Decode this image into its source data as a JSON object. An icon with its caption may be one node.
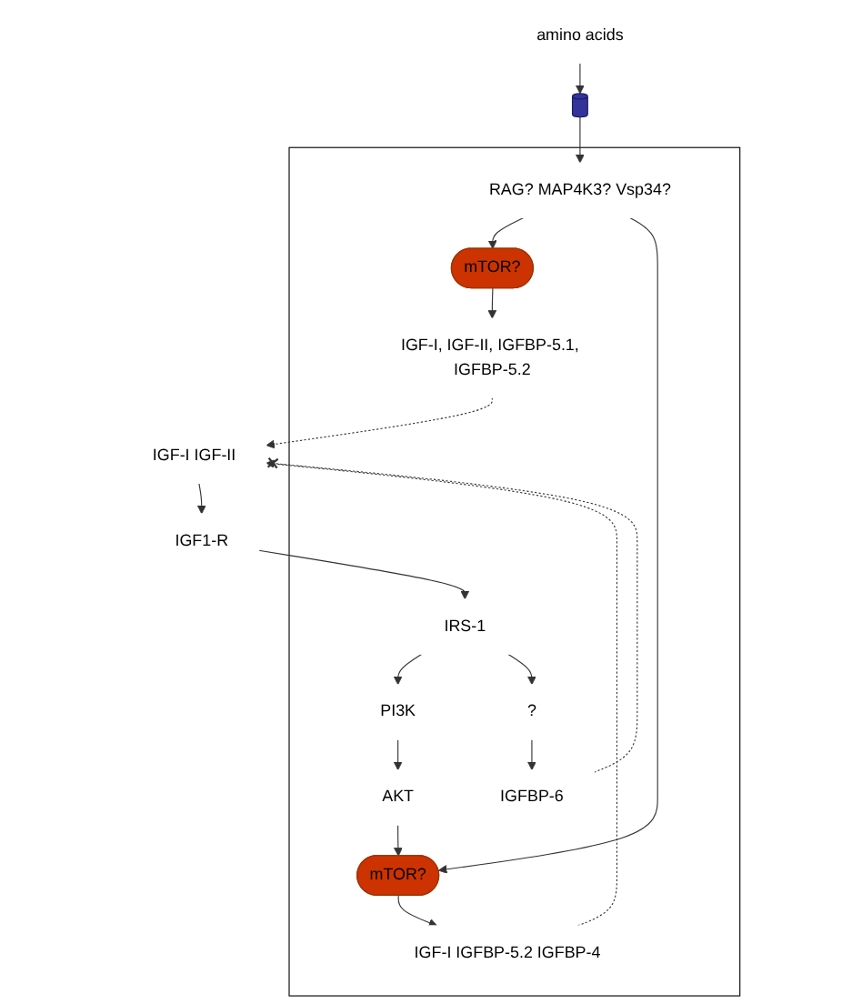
{
  "diagram": {
    "nodes": [
      {
        "text": [],
        "shape": "cell"
      },
      {
        "text": [
          "IGF-I IGF-II"
        ]
      },
      {
        "text": [
          "amino acids"
        ]
      },
      {
        "text": [],
        "shape": "receptor"
      },
      {
        "text": [
          "IGF1-R"
        ]
      },
      {
        "text": [
          "RAG? MAP4K3? Vsp34?"
        ],
        "in": 0
      },
      {
        "text": [
          "IRS-1"
        ],
        "in": 0
      },
      {
        "text": [
          "PI3K"
        ],
        "in": 0
      },
      {
        "text": [
          "AKT"
        ],
        "in": 0
      },
      {
        "text": [
          "mTOR?"
        ],
        "in": 0
      },
      {
        "text": [
          "mTOR?"
        ],
        "in": 0
      },
      {
        "text": [
          "?"
        ],
        "in": 0
      },
      {
        "text": [
          "IGF-I, IGF-II, IGFBP-5.1, IGFBP-5.2"
        ],
        "in": 0
      },
      {
        "text": [
          "IGF-I IGFBP-5.2 IGFBP-4"
        ],
        "in": 0
      },
      {
        "text": [
          "IGFBP-6"
        ],
        "in": 0
      }
    ],
    "edges": [
      {
        "from": 2,
        "to": 3,
        "arrow": "to"
      },
      {
        "from": 1,
        "to": 4,
        "arrow": "to"
      },
      {
        "from": 3,
        "to": 5,
        "arrow": "to"
      },
      {
        "from": 4,
        "to": 6,
        "arrow": "to"
      },
      {
        "from": 5,
        "to": 9,
        "arrow": "to"
      },
      {
        "from": 5,
        "to": 10,
        "arrow": "to"
      },
      {
        "from": 6,
        "to": 7,
        "arrow": "to"
      },
      {
        "from": 6,
        "to": 11,
        "arrow": "to"
      },
      {
        "from": 7,
        "to": 8,
        "arrow": "to"
      },
      {
        "from": 8,
        "to": 10,
        "arrow": "to"
      },
      {
        "from": 9,
        "to": 12,
        "arrow": "to"
      },
      {
        "from": 10,
        "to": 13,
        "arrow": "to"
      },
      {
        "from": 11,
        "to": 14,
        "arrow": "to"
      },
      {
        "from": 12,
        "to": 1,
        "arrow": "to",
        "style": "dashed"
      },
      {
        "from": 13,
        "to": 1,
        "arrow": "to",
        "style": "dashed"
      },
      {
        "from": 14,
        "to": 1,
        "arrow": "other",
        "style": "dashed"
      }
    ]
  }
}
